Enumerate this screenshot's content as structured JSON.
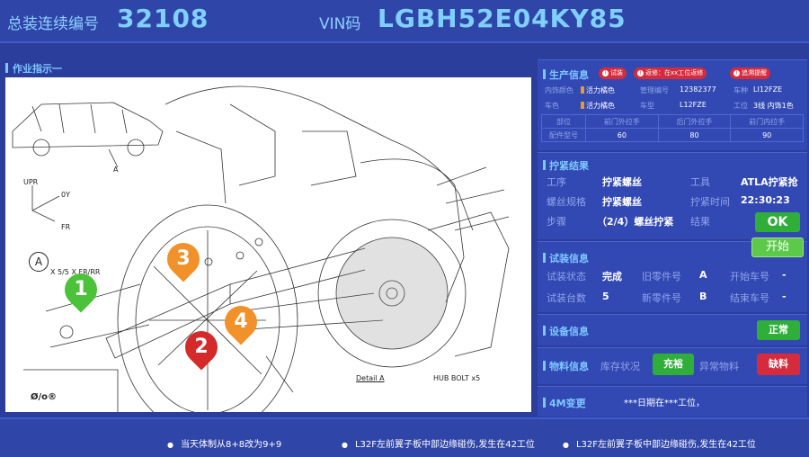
{
  "header": {
    "assembly_label": "总装连续编号",
    "assembly_value": "32108",
    "vin_label": "VIN码",
    "vin_value": "LGBH52E04KY85"
  },
  "instructions": {
    "title": "作业指示一",
    "diagram_labels": {
      "upr": "UPR",
      "oy": "0Y",
      "fr": "FR",
      "a_small": "A",
      "circle_a": "A",
      "x_label": "X 5/5  X FR/RR",
      "detail": "Detail A",
      "hub_bolt": "HUB BOLT x5",
      "mark1": "1",
      "mark2": "2",
      "mark3": "3",
      "mark4": "4",
      "logo": "Ø/o®"
    }
  },
  "production": {
    "title": "生产信息",
    "tags": [
      "试装",
      "返修：在xx工位返修",
      "追溯提醒"
    ],
    "interior_color_label": "内饰颜色",
    "interior_color_value": "活力橘色",
    "mgmt_no_label": "管理编号",
    "mgmt_no_value": "12382377",
    "vehicle_type_label": "车种",
    "vehicle_type_value": "LI12FZE",
    "body_color_label": "车色",
    "body_color_value": "活力橘色",
    "model_label": "车型",
    "model_value": "L12FZE",
    "station_label": "工位",
    "station_value": "3线 内饰1色",
    "parts_table": {
      "header": [
        "部位",
        "前门外拉手",
        "后门外拉手",
        "前门内拉手"
      ],
      "row": [
        "配件型号",
        "60",
        "80",
        "90"
      ]
    }
  },
  "tightening": {
    "title": "拧紧结果",
    "process_label": "工序",
    "process_value": "拧紧螺丝",
    "tool_label": "工具",
    "tool_value": "ATLA拧紧抢",
    "spec_label": "螺丝规格",
    "spec_value": "拧紧螺丝",
    "time_label": "拧紧时间",
    "time_value": "22:30:23",
    "step_label": "步骤",
    "step_value": "（2/4）螺丝拧紧",
    "result_label": "结果",
    "result_value": "OK",
    "start_button": "开始"
  },
  "trial": {
    "title": "试装信息",
    "status_label": "试装状态",
    "status_value": "完成",
    "old_part_label": "旧零件号",
    "old_part_value": "A",
    "start_car_label": "开始车号",
    "start_car_value": "-",
    "count_label": "试装台数",
    "count_value": "5",
    "new_part_label": "新零件号",
    "new_part_value": "B",
    "end_car_label": "结束车号",
    "end_car_value": "-"
  },
  "equipment": {
    "title": "设备信息",
    "status_button": "正常"
  },
  "material": {
    "title": "物料信息",
    "stock_label": "库存状况",
    "stock_value": "充裕",
    "abnormal_label": "异常物料",
    "abnormal_value": "缺料"
  },
  "change_4m": {
    "title": "4M变更",
    "text": "***日期在***工位，"
  },
  "notices": [
    "当天体制从8+8改为9+9",
    "L32F左前翼子板中部边缘碰伤,发生在42工位",
    "L32F左前翼子板中部边缘碰伤,发生在42工位"
  ],
  "colors": {
    "background": "#2b3e9c",
    "accent": "#7ec8ff",
    "ok_green": "#2fae3a",
    "alert_red": "#d62b3c",
    "pin_green": "#4cc23a",
    "pin_orange": "#f0912a",
    "pin_red": "#d42a2a"
  }
}
